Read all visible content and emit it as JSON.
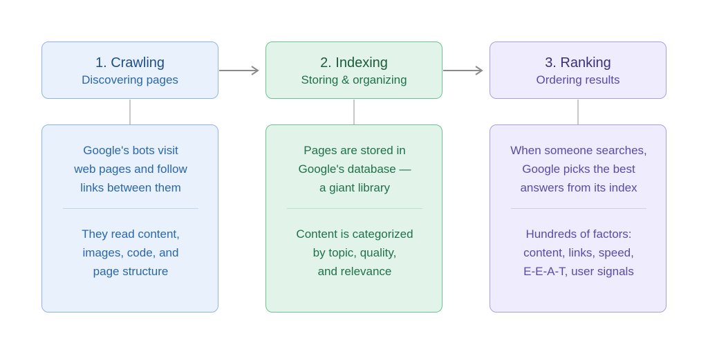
{
  "steps": [
    {
      "title": "1. Crawling",
      "subtitle": "Discovering pages",
      "para1": [
        "Google's bots visit",
        "web pages and follow",
        "links between them"
      ],
      "para2": [
        "They read content,",
        "images, code, and",
        "page structure"
      ],
      "color": "#2a67a8"
    },
    {
      "title": "2. Indexing",
      "subtitle": "Storing & organizing",
      "para1": [
        "Pages are stored in",
        "Google's database —",
        "a giant library"
      ],
      "para2": [
        "Content is categorized",
        "by topic, quality,",
        "and relevance"
      ],
      "color": "#207048"
    },
    {
      "title": "3. Ranking",
      "subtitle": "Ordering results",
      "para1": [
        "When someone searches,",
        "Google picks the best",
        "answers from its index"
      ],
      "para2": [
        "Hundreds of factors:",
        "content, links, speed,",
        "E-E-A-T, user signals"
      ],
      "color": "#5a4aa6"
    }
  ],
  "connector_color": "#8a8a8a"
}
